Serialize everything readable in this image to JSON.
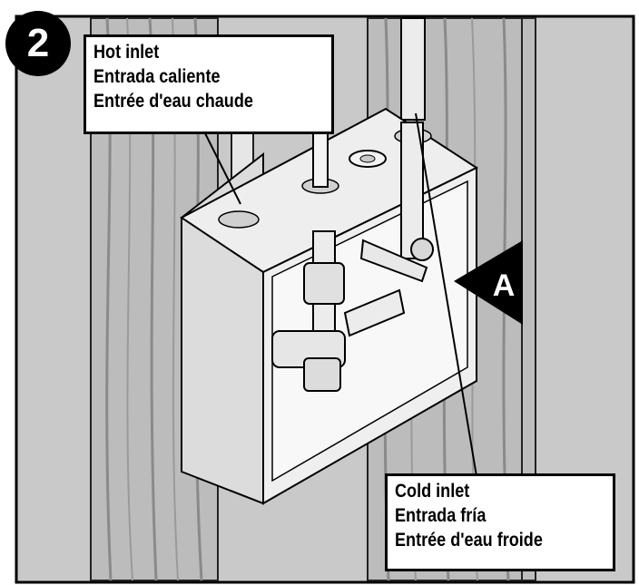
{
  "step": {
    "number": "2"
  },
  "callouts": {
    "hot_inlet": {
      "lines": [
        "Hot inlet",
        "Entrada caliente",
        "Entrée d'eau chaude"
      ]
    },
    "cold_inlet": {
      "lines": [
        "Cold inlet",
        "Entrada fría",
        "Entrée d'eau froide"
      ]
    }
  },
  "marker": {
    "label": "A"
  },
  "colors": {
    "background": "#c8c8c8",
    "line": "#000000",
    "wood": "#bdbdbd",
    "box": "#e4e4e4"
  }
}
